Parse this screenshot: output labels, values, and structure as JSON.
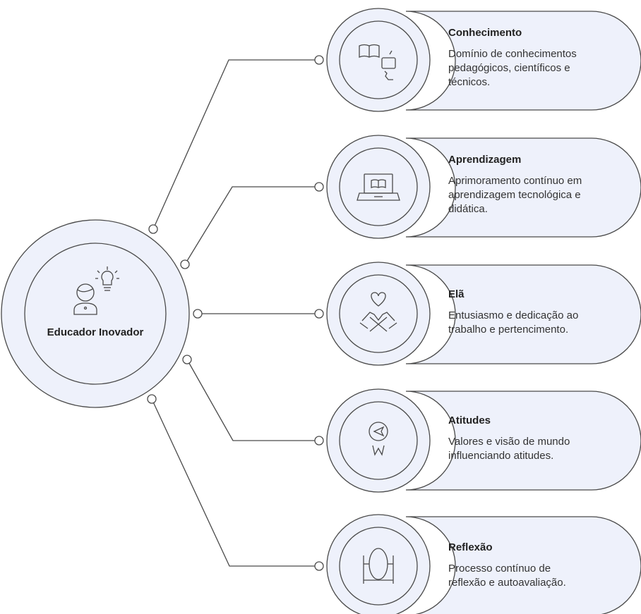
{
  "center": {
    "label": "Educador Inovador",
    "icon": "person-lightbulb-icon"
  },
  "items": [
    {
      "title": "Conhecimento",
      "description": "Domínio de conhecimentos pedagógicos, científicos e técnicos.",
      "icon": "book-thinking-icon"
    },
    {
      "title": "Aprendizagem",
      "description": "Aprimoramento contínuo em aprendizagem tecnológica e didática.",
      "icon": "laptop-book-icon"
    },
    {
      "title": "Elã",
      "description": "Entusiasmo e dedicação ao trabalho e pertencimento.",
      "icon": "hands-heart-icon"
    },
    {
      "title": "Atitudes",
      "description": "Valores e visão de mundo influenciando atitudes.",
      "icon": "compass-icon"
    },
    {
      "title": "Reflexão",
      "description": "Processo contínuo de reflexão e autoavaliação.",
      "icon": "mirror-icon"
    }
  ],
  "colors": {
    "fill": "#eef1fb",
    "stroke": "#4a4a4a"
  }
}
